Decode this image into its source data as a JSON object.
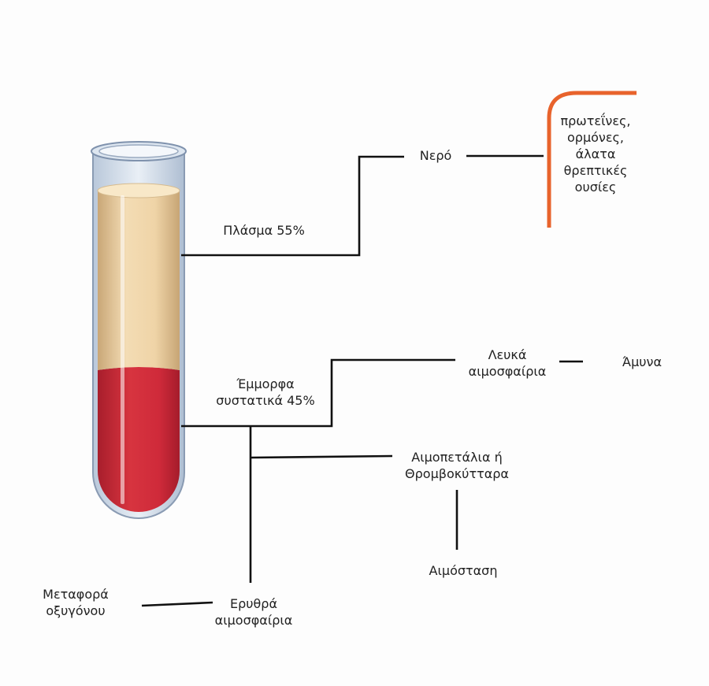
{
  "labels": {
    "plasma": "Πλάσμα 55%",
    "water": "Νερό",
    "plasma_solutes": "πρωτεΐνες,\nορμόνες,\nάλατα\nθρεπτικές\nουσίες",
    "formed_elements": "Έμμορφα\nσυστατικά 45%",
    "white_cells": "Λευκά\nαιμοσφαίρια",
    "defense": "Άμυνα",
    "platelets": "Αιμοπετάλια ή\nΘρομβοκύτταρα",
    "hemostasis": "Αιμόσταση",
    "red_cells": "Ερυθρά\nαιμοσφαίρια",
    "oxygen_transport": "Μεταφορά\nοξυγόνου"
  },
  "colors": {
    "plasma": "#eed3a6",
    "red_cells": "#c8283a",
    "bracket": "#e8632c",
    "lines": "#111111"
  }
}
